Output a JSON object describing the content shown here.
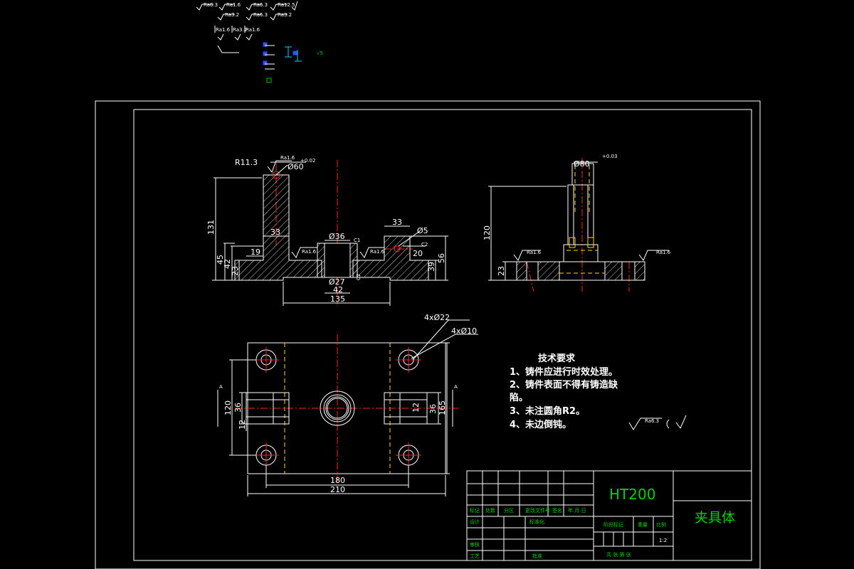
{
  "drawing": {
    "material": "HT200",
    "part_name": "夹具体",
    "scale": "1:2"
  },
  "tech_requirements": {
    "title": "技术要求",
    "items": [
      "1、铸件应进行时效处理。",
      "2、铸件表面不得有铸造缺",
      "陷。",
      "3、未注圆角R2。",
      "4、未边倒钝。"
    ],
    "general_roughness": "Ra6.3"
  },
  "front_view": {
    "dims": {
      "r_top": "R11.3",
      "ra_top": "Ra1.6",
      "dia_top": "Ø60",
      "tol_top": "+0.02",
      "w33_left": "33",
      "dia36": "Ø36",
      "c1": "C1",
      "w33_right": "33",
      "dia5": "Ø5",
      "c2": "C2",
      "h131": "131",
      "h45": "45",
      "h42": "42",
      "h23": "23",
      "w19": "19",
      "ra_left": "Ra1.6",
      "ra_mid": "Ra1.6",
      "w20": "20",
      "h39": "39",
      "h56": "56",
      "dia27": "Ø27",
      "w42": "42",
      "w135": "135",
      "c2b": "C2"
    }
  },
  "side_view": {
    "dims": {
      "dia_top": "Ø80",
      "tol_top": "+0.03",
      "h120": "120",
      "h23": "23",
      "ra_left": "Ra1.6",
      "ra_right": "Ra1.6"
    }
  },
  "top_view": {
    "dims": {
      "holes22": "4xØ22",
      "holes10": "4xØ10",
      "h120": "120",
      "h36_left": "36",
      "h12_left": "12",
      "h12_right": "12",
      "h36_right": "36",
      "h165": "165",
      "w180": "180",
      "w210": "210",
      "sec_a_left": "A",
      "sec_a_right": "A"
    }
  },
  "title_block": {
    "rev_cols": [
      "标记",
      "处数",
      "分区",
      "更改文件号",
      "签名",
      "年.月.日"
    ],
    "row_design": "设计",
    "row_standard": "标准化",
    "row_check": "审核",
    "row_process": "工艺",
    "row_approve": "批准",
    "stage_label": "阶段标记",
    "weight_label": "重量",
    "scale_label": "比例",
    "sheet_label": "共   张   第   张"
  },
  "top_left_symbols": {
    "labels": [
      "Ra6.3",
      "Ra1.6",
      "Ra6.3",
      "Ra12.5",
      "Ra3.2",
      "Ra6.3",
      "Ra3.2",
      "Ra1.6",
      "Ra3.2",
      "Ra1.6"
    ],
    "green_label": "√5"
  }
}
